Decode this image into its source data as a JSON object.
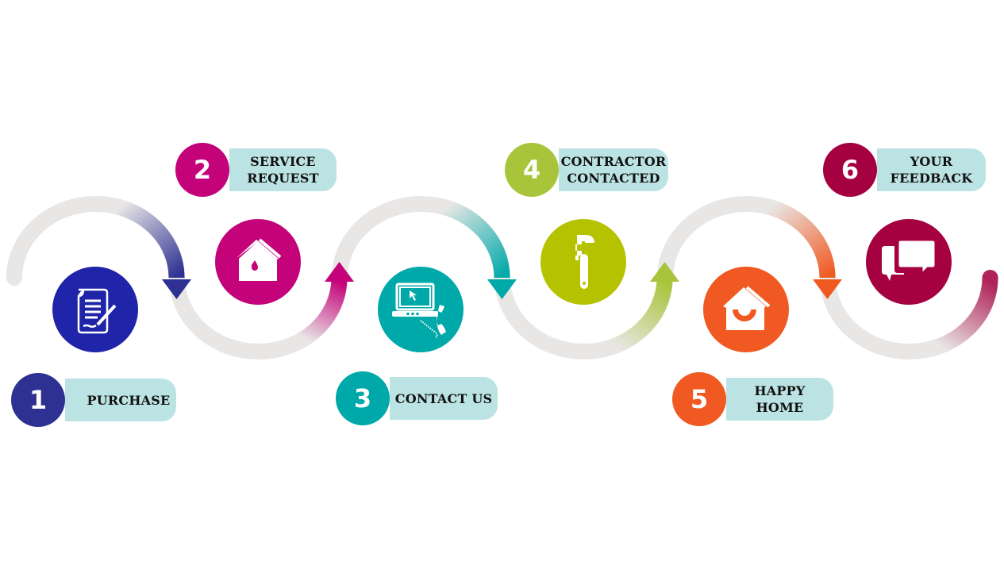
{
  "colors": {
    "track": "#e9e7e6",
    "pill": "#bce3e3",
    "step1": "#2e3192",
    "step1_icon": "#2024a8",
    "step2": "#c4037a",
    "step3": "#00a9a9",
    "step4": "#a8c43a",
    "step4_icon": "#b5c200",
    "step5": "#f05a22",
    "step6": "#a5003f"
  },
  "steps": [
    {
      "number": "1",
      "label": "PURCHASE",
      "icon": "document-signature-icon"
    },
    {
      "number": "2",
      "label": "SERVICE\nREQUEST",
      "icon": "house-leak-icon"
    },
    {
      "number": "3",
      "label": "CONTACT US",
      "icon": "laptop-phone-icon"
    },
    {
      "number": "4",
      "label": "CONTRACTOR\nCONTACTED",
      "icon": "pipe-wrench-icon"
    },
    {
      "number": "5",
      "label": "HAPPY\nHOME",
      "icon": "smiling-house-icon"
    },
    {
      "number": "6",
      "label": "YOUR\nFEEDBACK",
      "icon": "speech-bubbles-icon"
    }
  ]
}
